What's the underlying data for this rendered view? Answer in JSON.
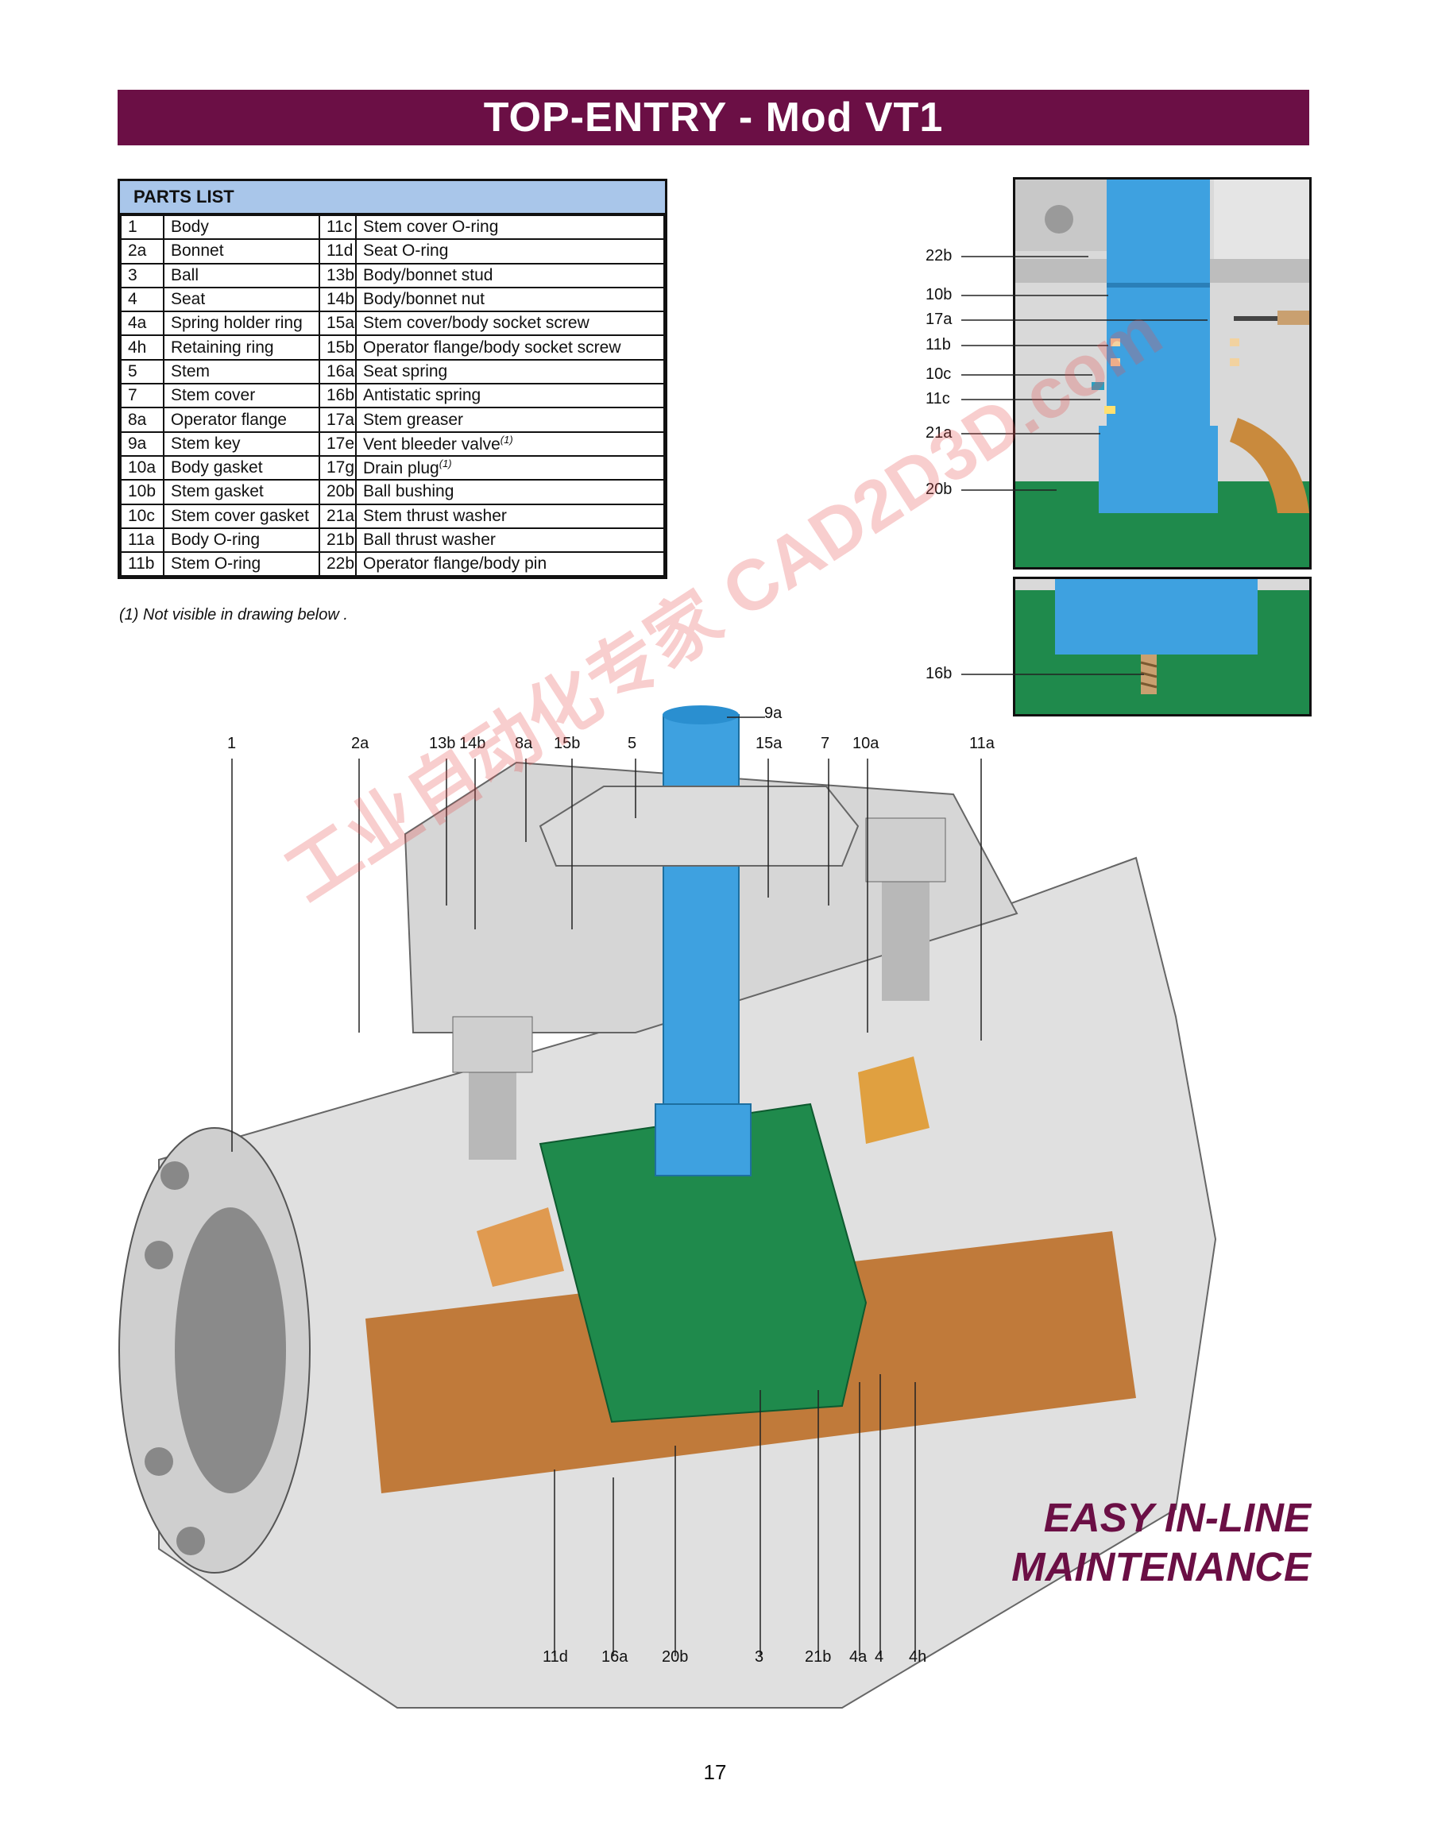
{
  "title": "TOP-ENTRY - Mod VT1",
  "parts_list": {
    "heading": "PARTS LIST",
    "rows": [
      {
        "n1": "1",
        "p1": "Body",
        "n2": "11c",
        "p2": "Stem cover O-ring"
      },
      {
        "n1": "2a",
        "p1": "Bonnet",
        "n2": "11d",
        "p2": "Seat O-ring"
      },
      {
        "n1": "3",
        "p1": "Ball",
        "n2": "13b",
        "p2": "Body/bonnet stud"
      },
      {
        "n1": "4",
        "p1": "Seat",
        "n2": "14b",
        "p2": "Body/bonnet nut"
      },
      {
        "n1": "4a",
        "p1": "Spring holder ring",
        "n2": "15a",
        "p2": "Stem cover/body socket screw"
      },
      {
        "n1": "4h",
        "p1": "Retaining ring",
        "n2": "15b",
        "p2": "Operator flange/body socket screw"
      },
      {
        "n1": "5",
        "p1": "Stem",
        "n2": "16a",
        "p2": "Seat spring"
      },
      {
        "n1": "7",
        "p1": "Stem cover",
        "n2": "16b",
        "p2": "Antistatic spring"
      },
      {
        "n1": "8a",
        "p1": "Operator flange",
        "n2": "17a",
        "p2": "Stem greaser"
      },
      {
        "n1": "9a",
        "p1": "Stem key",
        "n2": "17e",
        "p2": "Vent bleeder valve",
        "sup": "(1)"
      },
      {
        "n1": "10a",
        "p1": "Body gasket",
        "n2": "17g",
        "p2": "Drain plug",
        "sup": "(1)"
      },
      {
        "n1": "10b",
        "p1": "Stem gasket",
        "n2": "20b",
        "p2": "Ball bushing"
      },
      {
        "n1": "10c",
        "p1": "Stem cover gasket",
        "n2": "21a",
        "p2": "Stem thrust washer"
      },
      {
        "n1": "11a",
        "p1": "Body O-ring",
        "n2": "21b",
        "p2": "Ball thrust washer"
      },
      {
        "n1": "11b",
        "p1": "Stem O-ring",
        "n2": "22b",
        "p2": "Operator flange/body pin"
      }
    ]
  },
  "footnote": {
    "mark": "(1)",
    "text": "Not visible in drawing below ."
  },
  "detail_labels": [
    "22b",
    "10b",
    "17a",
    "11b",
    "10c",
    "11c",
    "21a",
    "20b"
  ],
  "detail2_labels": [
    "16b"
  ],
  "top_labels": [
    "1",
    "2a",
    "13b",
    "14b",
    "8a",
    "15b",
    "5",
    "9a",
    "15a",
    "7",
    "10a",
    "11a"
  ],
  "bottom_labels": [
    "11d",
    "16a",
    "20b",
    "3",
    "21b",
    "4a",
    "4",
    "4h"
  ],
  "tagline": [
    "EASY IN-LINE",
    "MAINTENANCE"
  ],
  "page_number": "17",
  "watermark": "工业自动化专家 CAD2D3D.com",
  "colors": {
    "title_bar": "#6b0f45",
    "parts_header": "#a9c6ea",
    "stem": "#3ea1e0",
    "ball": "#1f8a4c",
    "seat": "#c98a3d"
  }
}
